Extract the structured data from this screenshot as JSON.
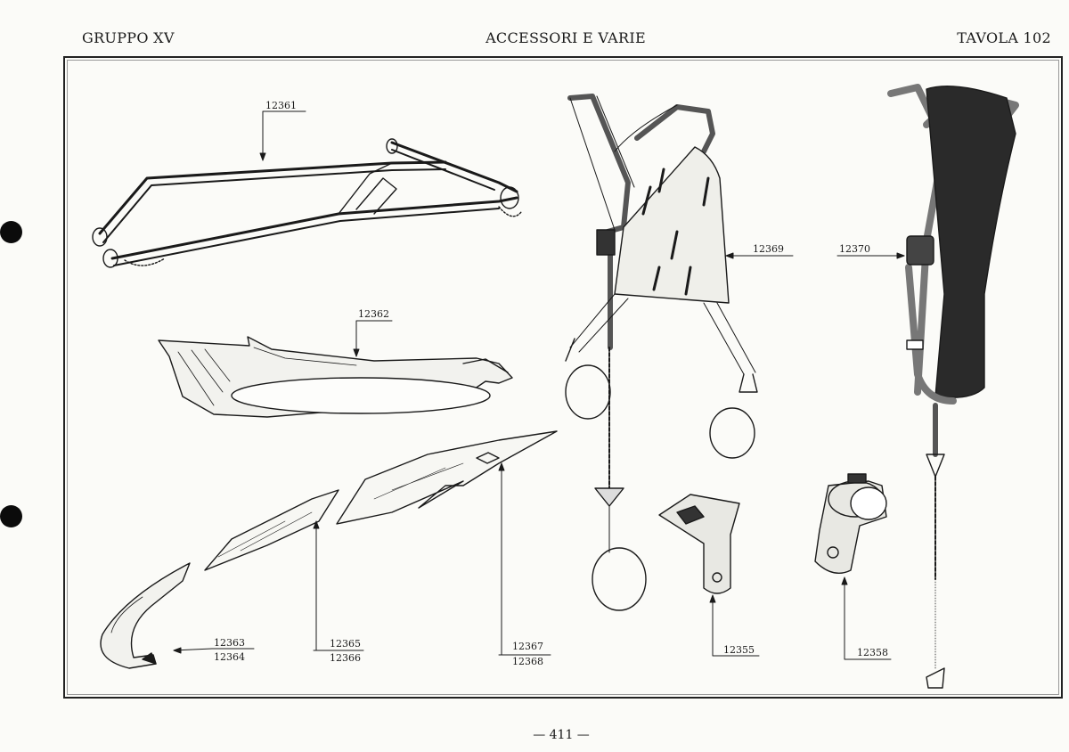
{
  "header": {
    "group": "GRUPPO XV",
    "section": "ACCESSORI E VARIE",
    "plate": "TAVOLA 102"
  },
  "parts": {
    "p12361": "12361",
    "p12362": "12362",
    "p12363": "12363",
    "p12364": "12364",
    "p12365": "12365",
    "p12366": "12366",
    "p12367": "12367",
    "p12368": "12368",
    "p12369": "12369",
    "p12370": "12370",
    "p12355": "12355",
    "p12358": "12358"
  },
  "footer": {
    "page": "— 411 —"
  }
}
